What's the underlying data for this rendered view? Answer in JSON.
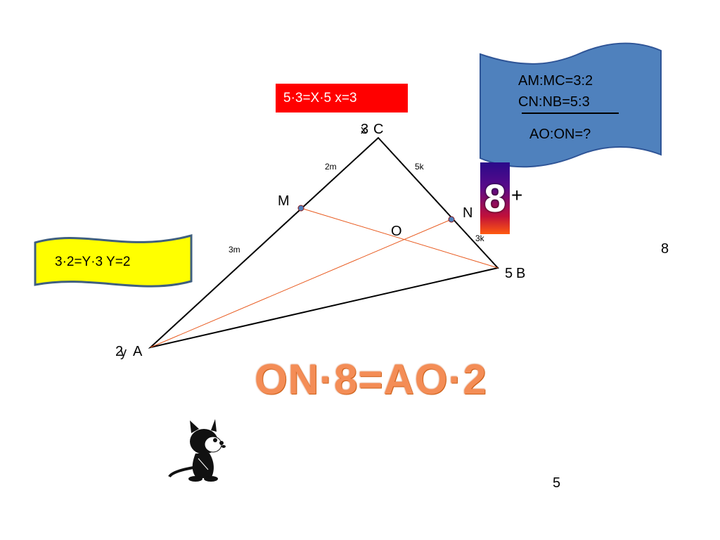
{
  "vertices": {
    "C": "C",
    "C_over_1": "3",
    "C_over_2": "x",
    "B": "B",
    "B_num": "5",
    "A": "A",
    "A_num1": "2",
    "A_num2": "y",
    "M": "M",
    "N": "N",
    "O": "O"
  },
  "segments": {
    "cm": "2m",
    "ma": "3m",
    "cn": "5k",
    "nb": "3k"
  },
  "red_banner": "5·3=X·5   x=3",
  "yellow_banner": "3·2=Y·3   Y=2",
  "blue_banner": {
    "line1": "AM:MC=3:2",
    "line2": "CN:NB=5:3",
    "line3": "AO:ON=?"
  },
  "eight_tile": "8",
  "plus": "+",
  "side_eight": "8",
  "bottom_five": "5",
  "result_equation": "ON·8=AO·2",
  "colors": {
    "red_banner": "#ff0000",
    "yellow_banner": "#ffff00",
    "blue_banner": "#4f81bd",
    "cevians": "#e8581c",
    "points": "#4f81bd",
    "equation": "#f48d56"
  }
}
